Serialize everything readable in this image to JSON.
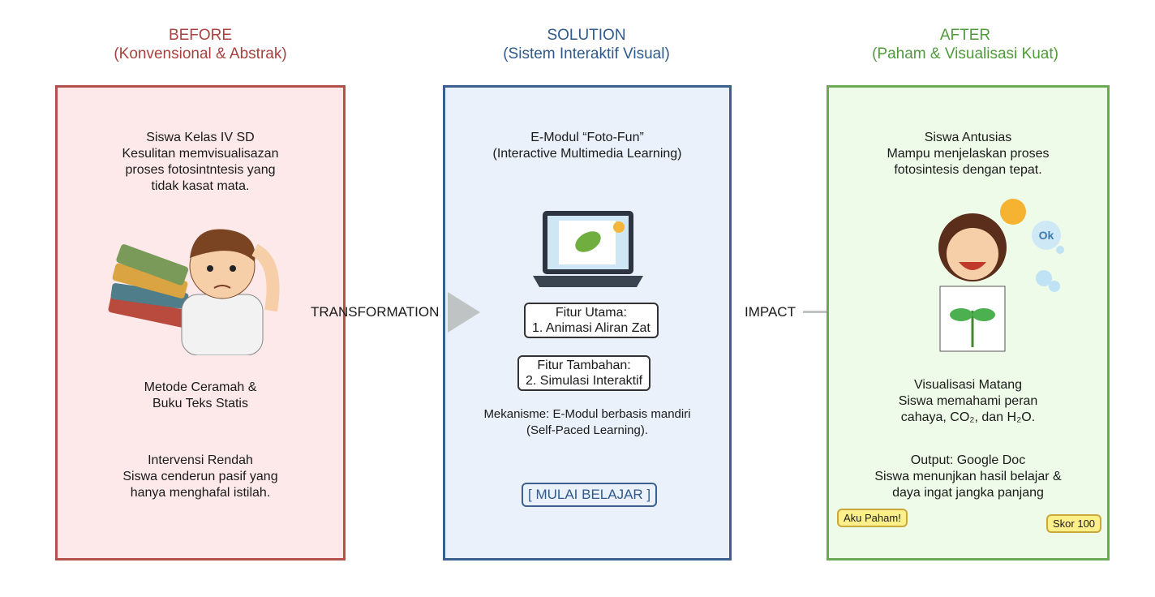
{
  "before": {
    "title": "BEFORE",
    "subtitle": "(Konvensional & Abstrak)",
    "block1": [
      "Siswa Kelas IV SD",
      "Kesulitan memvisualisazan",
      "proses fotosintntesis yang",
      "tidak kasat mata."
    ],
    "block2": [
      "Metode Ceramah &",
      "Buku Teks Statis"
    ],
    "block3": [
      "Intervensi Rendah",
      "Siswa cenderun pasif yang",
      "hanya menghafal istilah."
    ]
  },
  "solution": {
    "title": "SOLUTION",
    "subtitle": "(Sistem Interaktif Visual)",
    "block1": [
      "E-Modul “Foto-Fun”",
      "(Interactive Multimedia Learning)"
    ],
    "feature1": [
      "Fitur Utama:",
      "1. Animasi Aliran Zat"
    ],
    "feature2": [
      "Fitur Tambahan:",
      "2. Simulasi Interaktif"
    ],
    "mechanism": [
      "Mekanisme: E-Modul berbasis mandiri",
      "(Self-Paced Learning)."
    ],
    "button": "[ MULAI BELAJAR ]"
  },
  "after": {
    "title": "AFTER",
    "subtitle": "(Paham & Visualisasi Kuat)",
    "block1": [
      "Siswa Antusias",
      "Mampu menjelaskan proses",
      "fotosintesis dengan tepat."
    ],
    "bubble": "Ok",
    "block2": [
      "Visualisasi Matang",
      "Siswa memahami peran",
      "cahaya, CO₂, dan H₂O."
    ],
    "block3": [
      "Output: Google Doc",
      "Siswa menunjkan hasil belajar &",
      "daya ingat jangka panjang"
    ],
    "badge_left": "Aku Paham!",
    "badge_right": "Skor 100"
  },
  "arrows": {
    "transformation": "TRANSFORMATION",
    "impact": "IMPACT"
  },
  "colors": {
    "before": "#b5504c",
    "solution": "#3b6090",
    "after": "#6aaa55",
    "arrow": "#bfc3c3"
  }
}
